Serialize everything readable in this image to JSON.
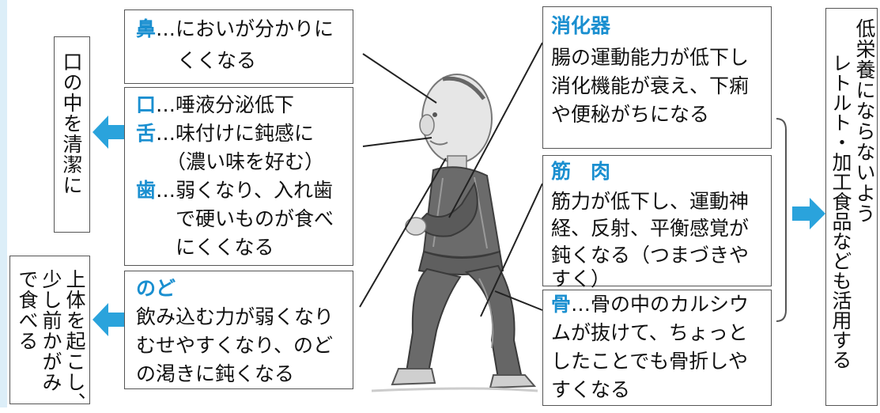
{
  "left": {
    "hana": {
      "head": "鼻",
      "l1": "…においが分かりに",
      "l2": "くくなる"
    },
    "kuchi": {
      "a_head": "口",
      "a_text": "…唾液分泌低下",
      "b_head": "舌",
      "b_text": "…味付けに鈍感に",
      "b_cont": "（濃い味を好む）",
      "c_head": "歯",
      "c_text": "…弱くなり、入れ歯",
      "c_cont1": "で硬いものが食べ",
      "c_cont2": "にくくなる"
    },
    "nodo": {
      "head": "のど",
      "l1": "飲み込む力が弱くなり",
      "l2": "むせやすくなり、のど",
      "l3": "の渇きに鈍くなる"
    }
  },
  "far_left": {
    "mouth_clean": "口の中を清潔に",
    "posture_col1": "上体を起こし、",
    "posture_col2": "少し前かがみ",
    "posture_col3": "で食べる"
  },
  "right": {
    "shoka": {
      "head": "消化器",
      "l1": "腸の運動能力が低下し",
      "l2": "消化機能が衰え、下痢",
      "l3": "や便秘がちになる"
    },
    "kin": {
      "head": "筋　肉",
      "l1": "筋力が低下し、運動神",
      "l2": "経、反射、平衡感覚が",
      "l3": "鈍くなる（つまづきや",
      "l4": "すく）"
    },
    "hone": {
      "head": "骨",
      "l1": "…骨の中のカルシウ",
      "l2": "ムが抜けて、ちょっと",
      "l3": "したことでも骨折しや",
      "l4": "すくなる"
    }
  },
  "far_right": {
    "col1": "低栄養にならないよう",
    "col2": "レトルト・加工食品なども活用する"
  },
  "colors": {
    "accent": "#1a8fd0",
    "arrow": "#2aa3dc"
  }
}
